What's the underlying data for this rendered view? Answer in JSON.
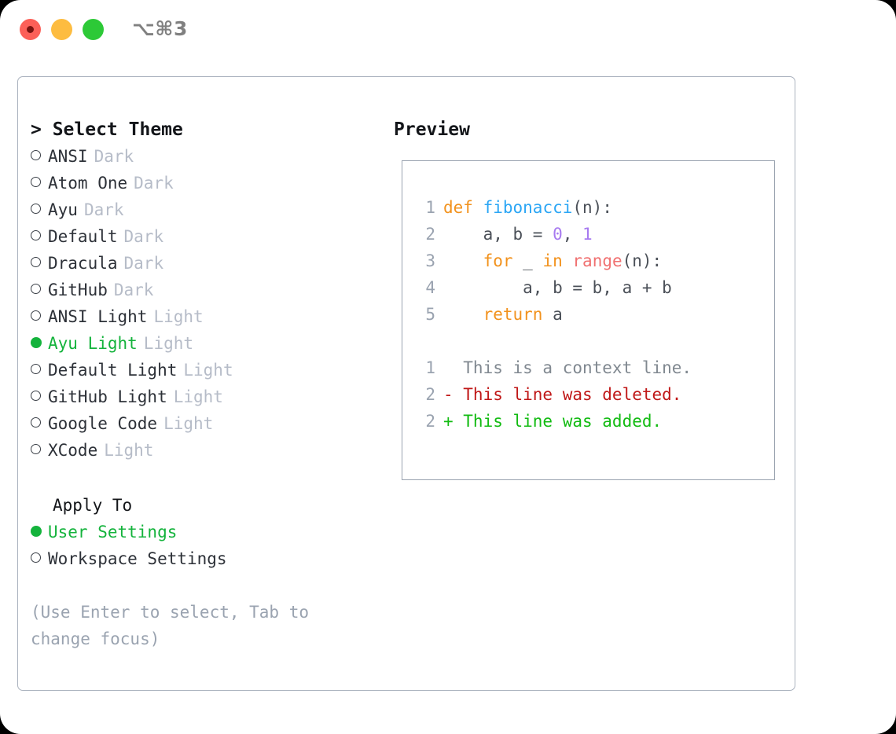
{
  "window": {
    "title": "⌥⌘3",
    "controls": [
      {
        "name": "close",
        "color": "#fc6058"
      },
      {
        "name": "minimize",
        "color": "#fdbc40"
      },
      {
        "name": "zoom",
        "color": "#2dc937"
      }
    ]
  },
  "theme_picker": {
    "header": "> Select Theme",
    "selected_theme": "Ayu Light",
    "options": [
      {
        "marker": "○",
        "name": "ANSI",
        "kind": "Dark",
        "selected": false
      },
      {
        "marker": "○",
        "name": "Atom One",
        "kind": "Dark",
        "selected": false
      },
      {
        "marker": "○",
        "name": "Ayu",
        "kind": "Dark",
        "selected": false
      },
      {
        "marker": "○",
        "name": "Default",
        "kind": "Dark",
        "selected": false
      },
      {
        "marker": "○",
        "name": "Dracula",
        "kind": "Dark",
        "selected": false
      },
      {
        "marker": "○",
        "name": "GitHub",
        "kind": "Dark",
        "selected": false
      },
      {
        "marker": "○",
        "name": "ANSI Light",
        "kind": "Light",
        "selected": false
      },
      {
        "marker": "●",
        "name": "Ayu Light",
        "kind": "Light",
        "selected": true
      },
      {
        "marker": "○",
        "name": "Default Light",
        "kind": "Light",
        "selected": false
      },
      {
        "marker": "○",
        "name": "GitHub Light",
        "kind": "Light",
        "selected": false
      },
      {
        "marker": "○",
        "name": "Google Code",
        "kind": "Light",
        "selected": false
      },
      {
        "marker": "○",
        "name": "XCode",
        "kind": "Light",
        "selected": false
      }
    ]
  },
  "apply_to": {
    "title": "Apply To",
    "selected": "User Settings",
    "options": [
      {
        "marker": "●",
        "label": "User Settings",
        "selected": true
      },
      {
        "marker": "○",
        "label": "Workspace Settings",
        "selected": false
      }
    ]
  },
  "hint": "(Use Enter to select, Tab to change focus)",
  "preview": {
    "header": "Preview",
    "code_lines": [
      {
        "n": "1",
        "tokens": [
          {
            "t": "def",
            "c": "kw"
          },
          {
            "t": " ",
            "c": "pl"
          },
          {
            "t": "fibonacci",
            "c": "fn"
          },
          {
            "t": "(n):",
            "c": "pl"
          }
        ]
      },
      {
        "n": "2",
        "tokens": [
          {
            "t": "    a, b = ",
            "c": "pl"
          },
          {
            "t": "0",
            "c": "num"
          },
          {
            "t": ", ",
            "c": "pl"
          },
          {
            "t": "1",
            "c": "num"
          }
        ]
      },
      {
        "n": "3",
        "tokens": [
          {
            "t": "    ",
            "c": "pl"
          },
          {
            "t": "for",
            "c": "kw"
          },
          {
            "t": " _ ",
            "c": "pl"
          },
          {
            "t": "in",
            "c": "kw"
          },
          {
            "t": " ",
            "c": "pl"
          },
          {
            "t": "range",
            "c": "bi"
          },
          {
            "t": "(n):",
            "c": "pl"
          }
        ]
      },
      {
        "n": "4",
        "tokens": [
          {
            "t": "        a, b = b, a + b",
            "c": "pl"
          }
        ]
      },
      {
        "n": "5",
        "tokens": [
          {
            "t": "    ",
            "c": "pl"
          },
          {
            "t": "return",
            "c": "kw"
          },
          {
            "t": " a",
            "c": "pl"
          }
        ]
      }
    ],
    "diff_lines": [
      {
        "n": "1",
        "prefix": "  ",
        "text": "This is a context line.",
        "kind": "ctx"
      },
      {
        "n": "2",
        "prefix": "- ",
        "text": "This line was deleted.",
        "kind": "del"
      },
      {
        "n": "2",
        "prefix": "+ ",
        "text": "This line was added.",
        "kind": "add"
      }
    ]
  },
  "colors": {
    "accent_green": "#14b33c",
    "keyword_orange": "#f2921d",
    "function_blue": "#2ba6f5",
    "number_purple": "#a77af0",
    "builtin_red": "#f07171",
    "diff_deleted": "#c01818",
    "diff_added": "#12bb12",
    "muted_gray": "#b6bcc8",
    "hint_gray": "#9aa3b0"
  }
}
